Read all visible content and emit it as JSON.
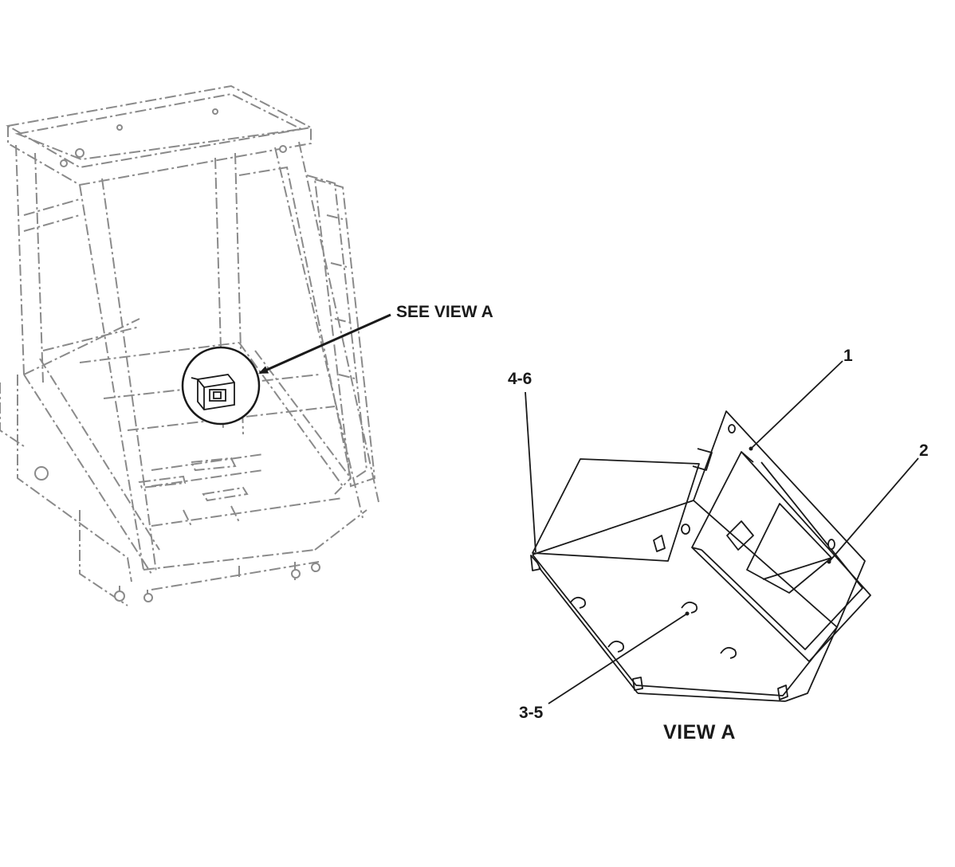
{
  "labels": {
    "see_view": "SEE VIEW A",
    "view_title": "VIEW A",
    "item_1": "1",
    "item_2": "2",
    "item_3_5": "3-5",
    "item_4_6": "4-6"
  },
  "colors": {
    "line": "#2a2a2a",
    "phantom_line": "#8a8a8a",
    "background": "#ffffff"
  }
}
